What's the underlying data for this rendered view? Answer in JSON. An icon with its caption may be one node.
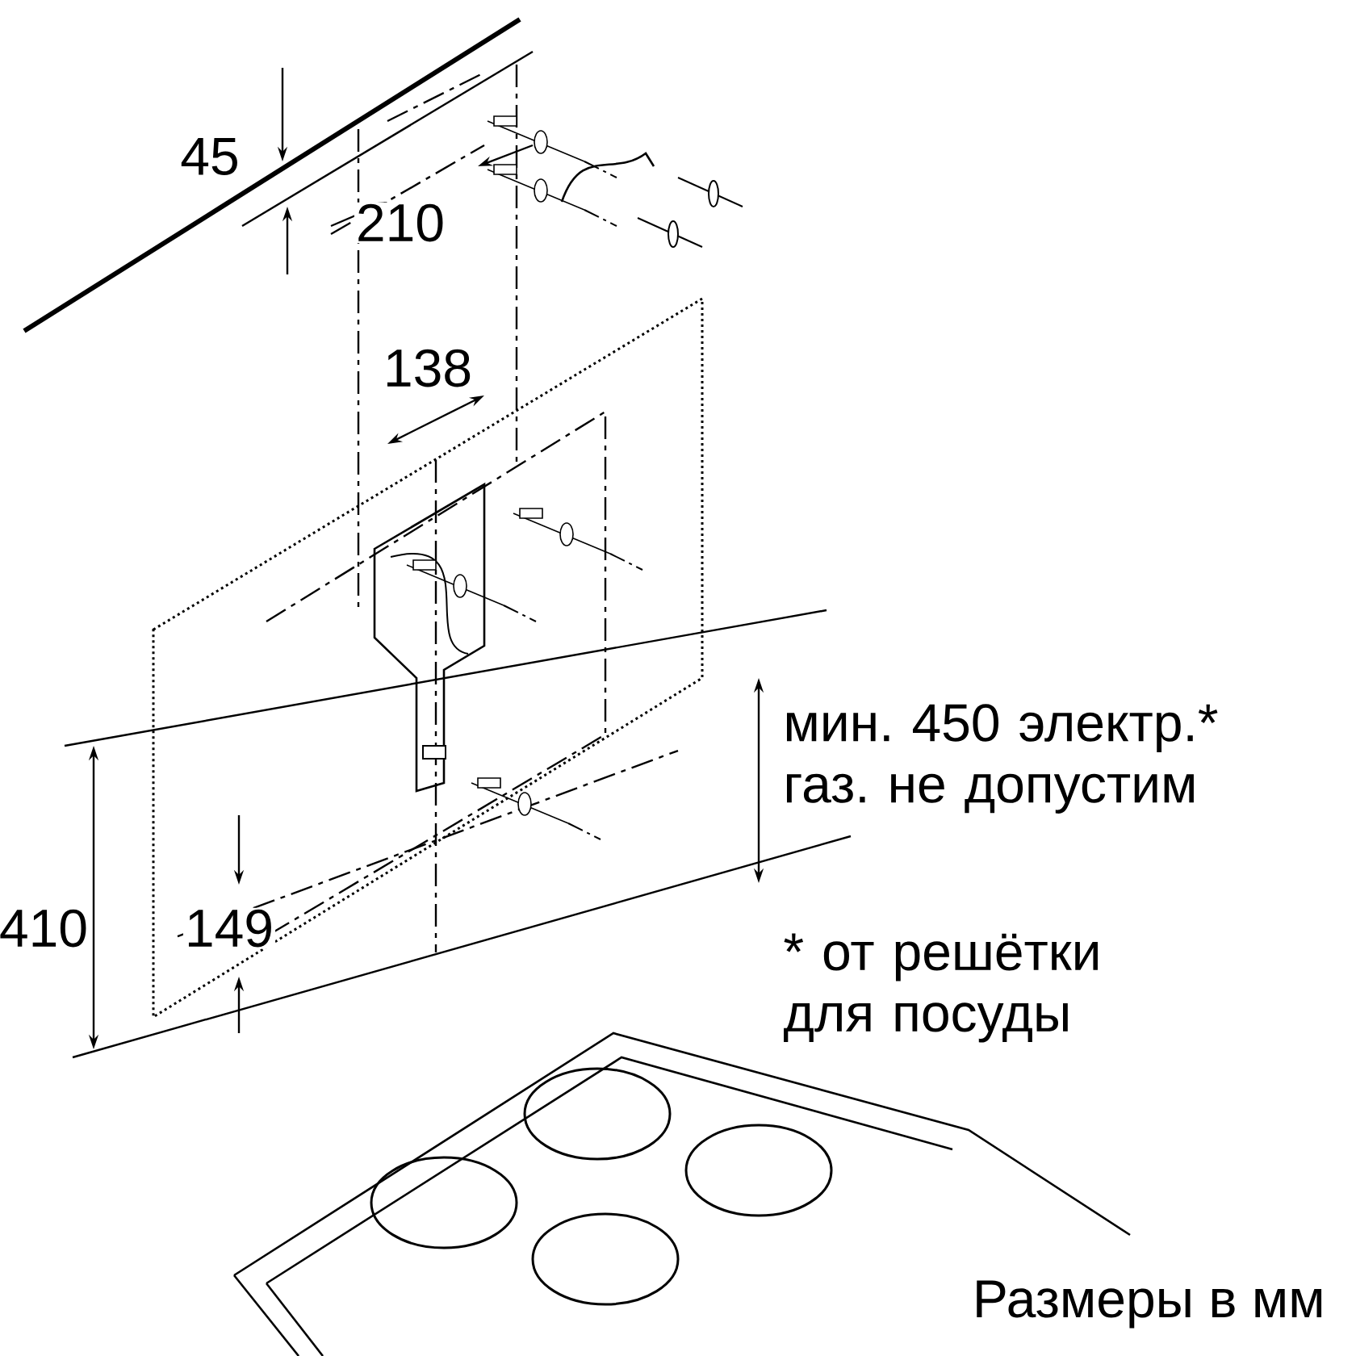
{
  "diagram": {
    "labels": [
      "45",
      "210",
      "138",
      "мин. 450 электр.* газ. не допустим",
      "410",
      "149",
      "* от решётки для посуды",
      "Размеры в мм"
    ]
  }
}
